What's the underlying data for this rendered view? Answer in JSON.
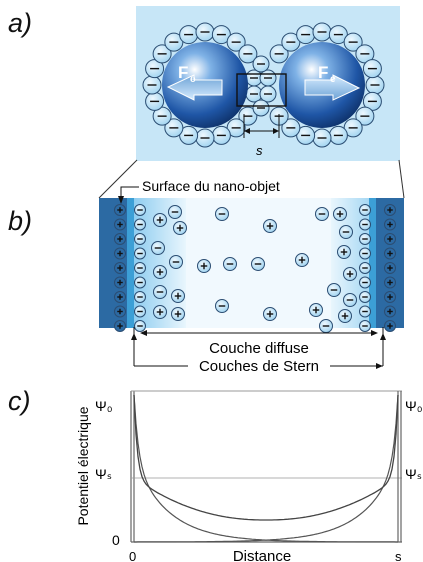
{
  "panels": {
    "a": {
      "label": "a)",
      "force_label": "F",
      "force_subscript": "e",
      "spacing_label": "s"
    },
    "b": {
      "label": "b)",
      "surface_label": "Surface du nano-objet",
      "diffuse_label": "Couche diffuse",
      "stern_label": "Couches de Stern"
    },
    "c": {
      "label": "c)",
      "ylabel": "Potentiel électrique",
      "xlabel": "Distance",
      "psi0": "Ψ₀",
      "psis": "Ψₛ",
      "psi0_right": "Ψ₀",
      "psis_right": "Ψₛ",
      "y_zero": "0",
      "x_zero": "0",
      "x_s": "s"
    }
  },
  "colors": {
    "bg_a": "#c7e6f7",
    "bead": "#bde3f6",
    "bead_stroke": "#2b4d72",
    "wall": "#2c6aa3",
    "stern": "#3c9fd6",
    "curve": "#555555"
  }
}
